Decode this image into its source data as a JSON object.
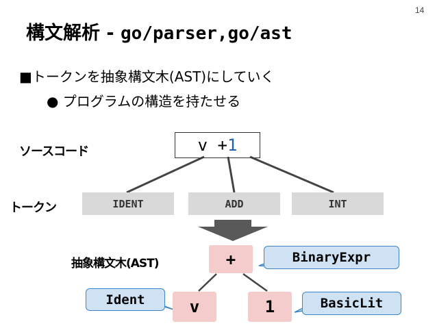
{
  "slide": {
    "number": "14",
    "title_jp": "構文解析 - ",
    "title_code": "go/parser,go/ast",
    "bullets": [
      "■トークンを抽象構文木(AST)にしていく",
      "●  プログラムの構造を持たせる"
    ]
  },
  "diagram": {
    "source_label": "ソースコード",
    "source_code_var": "v + ",
    "source_code_num": "1",
    "token_label": "トークン",
    "tokens": [
      "IDENT",
      "ADD",
      "INT"
    ],
    "ast_label": "抽象構文木(AST)",
    "nodes": {
      "root": "+",
      "left": "v",
      "right": "1"
    },
    "callouts": {
      "root": "BinaryExpr",
      "left": "Ident",
      "right": "BasicLit"
    },
    "colors": {
      "node_fill": "#f4cccc",
      "callout_fill": "#cfe2f3",
      "callout_stroke": "#3d85c6",
      "token_fill": "#d9d9d9",
      "arrow_fill": "#595959",
      "number_color": "#2060a8"
    }
  }
}
